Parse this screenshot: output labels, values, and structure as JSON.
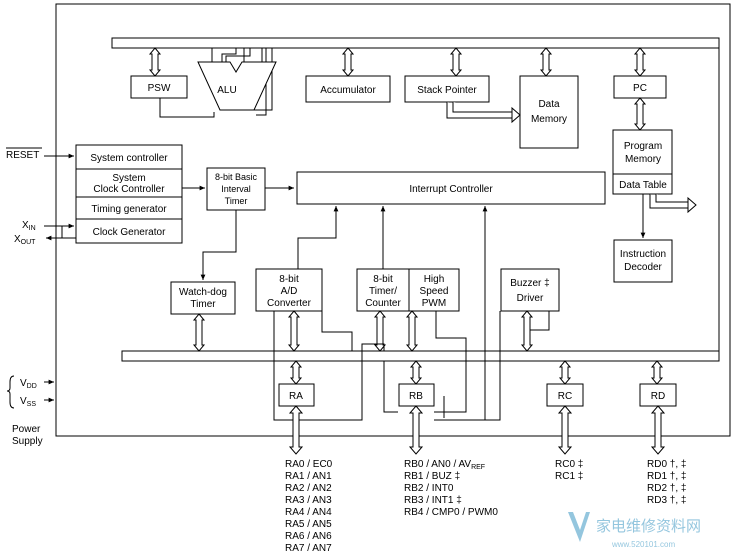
{
  "blocks": {
    "psw": "PSW",
    "alu": "ALU",
    "accumulator": "Accumulator",
    "stack_pointer": "Stack Pointer",
    "data_memory": [
      "Data",
      "Memory"
    ],
    "pc": "PC",
    "program_memory": [
      "Program",
      "Memory"
    ],
    "data_table": "Data Table",
    "instruction_decoder": [
      "Instruction",
      "Decoder"
    ],
    "system_controller": "System controller",
    "system_clock_controller": [
      "System",
      "Clock Controller"
    ],
    "timing_generator": "Timing generator",
    "clock_generator": "Clock Generator",
    "basic_interval_timer": [
      "8-bit Basic",
      "Interval",
      "Timer"
    ],
    "interrupt_controller": "Interrupt Controller",
    "watchdog_timer": [
      "Watch-dog",
      "Timer"
    ],
    "ad_converter": [
      "8-bit",
      "A/D",
      "Converter"
    ],
    "timer_counter": [
      "8-bit",
      "Timer/",
      "Counter"
    ],
    "high_speed_pwm": [
      "High",
      "Speed",
      "PWM"
    ],
    "buzzer_driver": [
      "Buzzer ‡",
      "Driver"
    ],
    "ra": "RA",
    "rb": "RB",
    "rc": "RC",
    "rd": "RD"
  },
  "signals": {
    "reset": "RESET",
    "xin_main": "X",
    "xin_sub": "IN",
    "xout_main": "X",
    "xout_sub": "OUT",
    "vdd_main": "V",
    "vdd_sub": "DD",
    "vss_main": "V",
    "vss_sub": "SS",
    "power_supply": [
      "Power",
      "Supply"
    ]
  },
  "pins": {
    "ra": [
      "RA0 / EC0",
      "RA1 / AN1",
      "RA2 / AN2",
      "RA3 / AN3",
      "RA4 / AN4",
      "RA5 / AN5",
      "RA6 / AN6",
      "RA7 / AN7"
    ],
    "rb0_main": "RB0 / AN0 / AV",
    "rb0_sub": "REF",
    "rb": [
      "RB1 / BUZ ‡",
      "RB2 / INT0",
      "RB3 / INT1 ‡",
      "RB4 / CMP0 / PWM0"
    ],
    "rc": [
      "RC0 ‡",
      "RC1 ‡"
    ],
    "rd": [
      "RD0 †, ‡",
      "RD1 †, ‡",
      "RD2 †, ‡",
      "RD3 †, ‡"
    ]
  },
  "watermark": {
    "cn": "家电维修资料网",
    "url": "www.520101.com"
  }
}
